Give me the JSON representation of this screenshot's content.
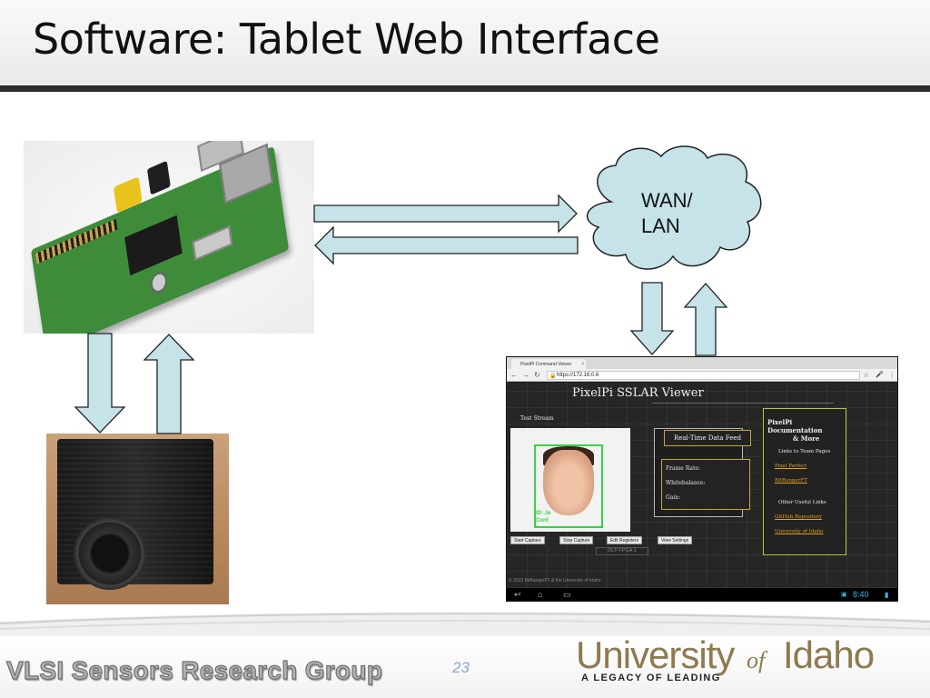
{
  "slide": {
    "title": "Software: Tablet Web Interface",
    "page_number": "23"
  },
  "cloud": {
    "line1": "WAN/",
    "line2": "LAN"
  },
  "tablet": {
    "browser": {
      "tab_title": "PixelPi Command Viewer",
      "tab_close": "×",
      "url": "https://172.16.0.6"
    },
    "page": {
      "title": "PixelPi SSLAR Viewer",
      "stream_label": "Test Stream",
      "face_id_line1": "ID: Je",
      "face_id_line2": "Conf",
      "buttons": [
        "Start Capture",
        "Stop Capture",
        "Edit Registers",
        "View Settings"
      ],
      "feed": {
        "title": "Real-Time Data Feed",
        "frame_rate_label": "Frame Rate:",
        "whitebalance_label": "Whitebalance:",
        "gain_label": "Gain:"
      },
      "docs": {
        "title_line1": "PixelPi",
        "title_line2": "Documentation",
        "title_line3": "& More",
        "team_heading": "Links to Team Pages",
        "team_links": [
          "Pixel Perfect",
          "BitBangerFT"
        ],
        "other_heading": "Other Useful Links",
        "other_links": [
          "GitHub Repository",
          "University of Idaho"
        ]
      },
      "board_label": "DLP FPGA 1",
      "copyright": "© 2013 BitBangerFT & the University of Idaho"
    },
    "system_bar": {
      "clock": "8:40"
    }
  },
  "footer": {
    "group_name": "VLSI Sensors Research Group",
    "university_word1": "University",
    "university_of": "of",
    "university_word2": "Idaho",
    "tagline": "A LEGACY OF LEADING"
  },
  "colors": {
    "arrow_fill": "#c5e3e9",
    "arrow_stroke": "#222222",
    "cloud_fill": "#c5e3e9",
    "link_orange": "#e0a020",
    "gold_border": "#c7a73a",
    "uidaho_gold": "#8e7a4f",
    "title_rule": "#2b2b2b"
  }
}
